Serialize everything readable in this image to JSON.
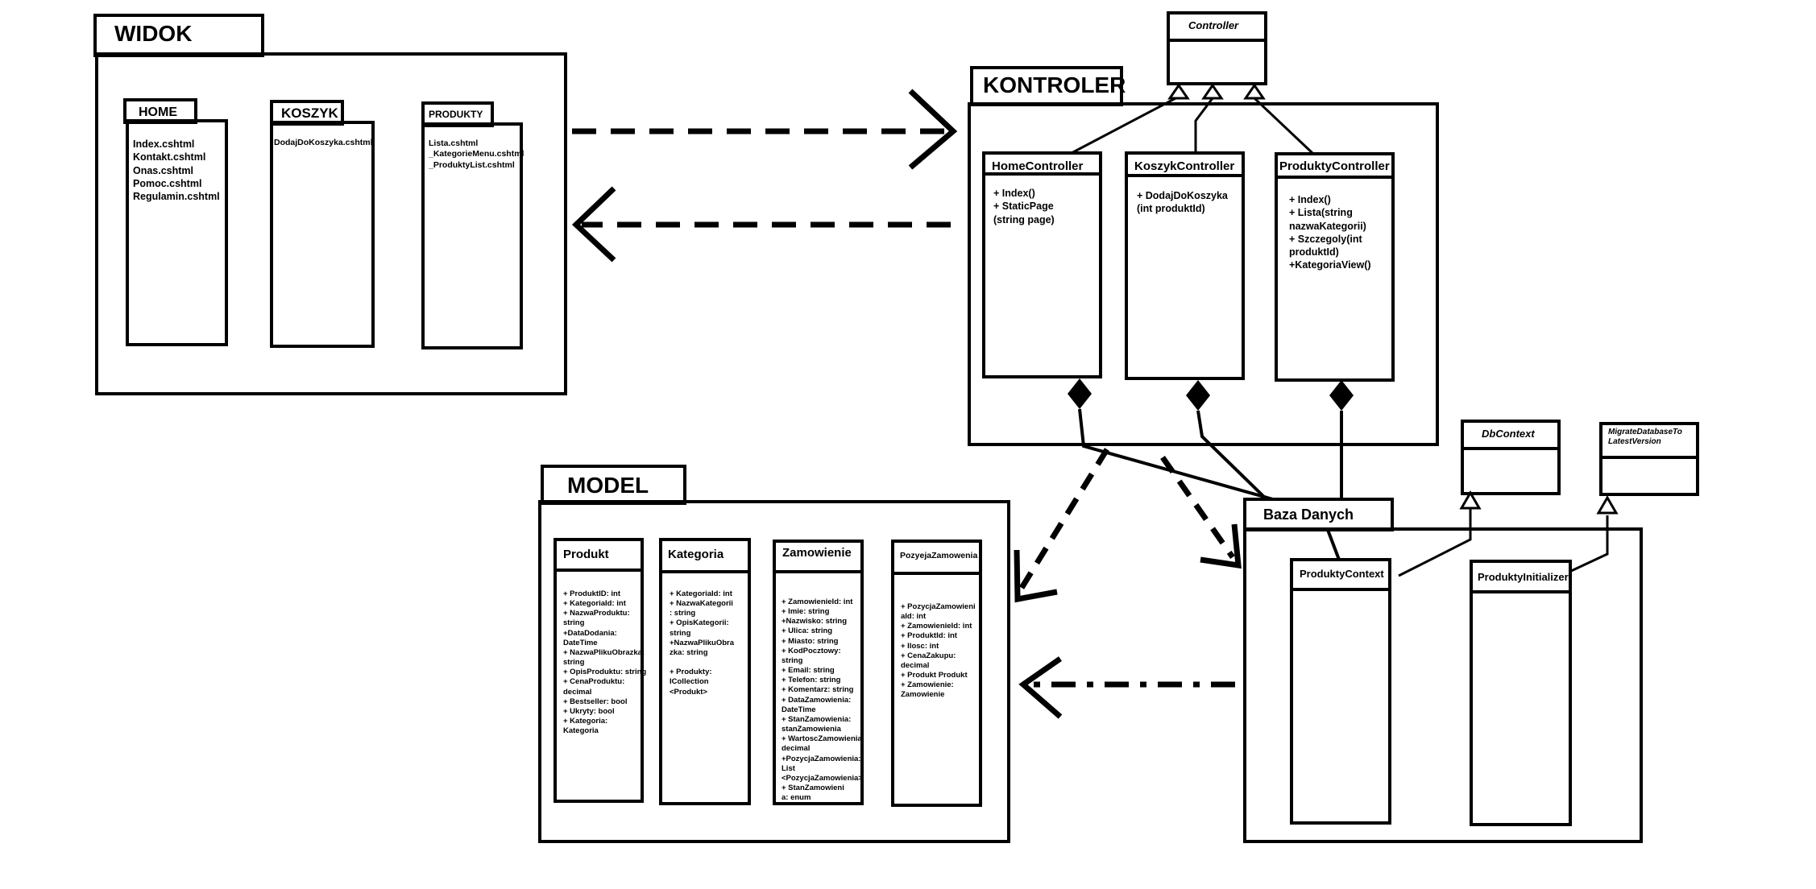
{
  "packages": {
    "widok": "WIDOK",
    "kontroler": "KONTROLER",
    "model": "MODEL",
    "baza": "Baza Danych"
  },
  "widok": {
    "home": {
      "name": "HOME",
      "files": "Index.cshtml\nKontakt.cshtml\nOnas.cshtml\nPomoc.cshtml\nRegulamin.cshtml"
    },
    "koszyk": {
      "name": "KOSZYK",
      "files": "DodajDoKoszyka.cshtml"
    },
    "produkty": {
      "name": "PRODUKTY",
      "files": "Lista.cshtml\n_KategorieMenu.cshtml\n_ProduktyList.cshtml"
    }
  },
  "kontroler": {
    "base": "Controller",
    "home": {
      "name": "HomeController",
      "members": "+ Index()\n+ StaticPage\n(string page)"
    },
    "koszyk": {
      "name": "KoszykController",
      "members": "+ DodajDoKoszyka\n(int produktId)"
    },
    "produkty": {
      "name": "ProduktyController",
      "members": "+ Index()\n+ Lista(string\nnazwaKategorii)\n+ Szczegoly(int\nproduktId)\n+KategoriaView()"
    }
  },
  "model": {
    "produkt": {
      "name": "Produkt",
      "members": "+ ProduktID: int\n+ KategoriaId: int\n+ NazwaProduktu:\nstring\n+DataDodania:\nDateTime\n+ NazwaPlikuObrazka:\nstring\n+ OpisProduktu: string\n+ CenaProduktu:\ndecimal\n+ Bestseller: bool\n+ Ukryty: bool\n+ Kategoria:\nKategoria"
    },
    "kategoria": {
      "name": "Kategoria",
      "members": "+ KategoriaId: int\n+ NazwaKategorii\n: string\n+ OpisKategorii:\nstring\n+NazwaPlikuObra\nzka: string\n\n+ Produkty:\nICollection\n<Produkt>"
    },
    "zamowienie": {
      "name": "Zamowienie",
      "members": "+ ZamowienieId: int\n+ Imie: string\n+Nazwisko: string\n+ Ulica: string\n+ Miasto: string\n+ KodPocztowy:\nstring\n+ Email: string\n+ Telefon: string\n+ Komentarz: string\n+ DataZamowienia:\nDateTime\n+ StanZamowienia:\nstanZamowienia\n+ WartoscZamowienia:\ndecimal\n+PozycjaZamowienia:\nList\n<PozycjaZamowienia>\n + StanZamowieni\n a: enum"
    },
    "pozycja": {
      "name": "PozyejaZamowenia",
      "members": "+ PozycjaZamowieni\naId: int\n+ ZamowienieId: int\n+ ProduktId: int\n+ Ilosc: int\n+ CenaZakupu:\ndecimal\n+ Produkt Produkt\n+ Zamowienie:\nZamowienie"
    }
  },
  "baza": {
    "dbcontext": "DbContext",
    "migrate": "MigrateDatabaseTo\nLatestVersion",
    "context": "ProduktyContext",
    "initializer": "ProduktyInitializer"
  }
}
